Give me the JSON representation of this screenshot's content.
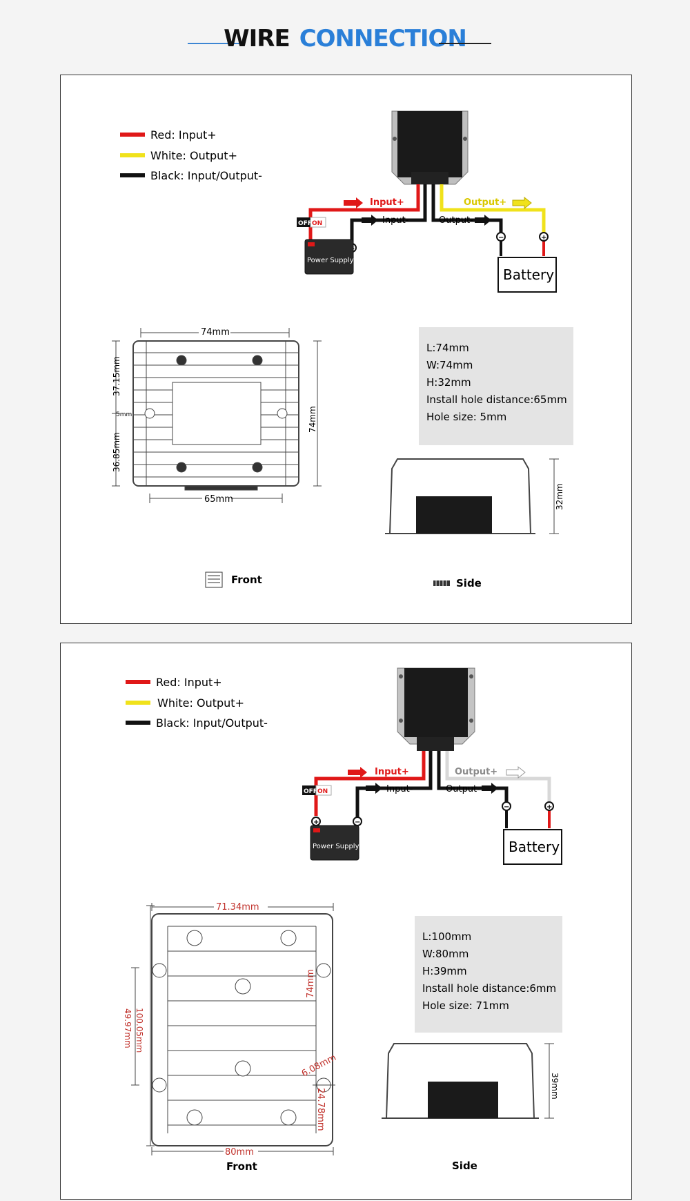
{
  "header": {
    "title_word1": "WIRE",
    "title_word2": "CONNECTION"
  },
  "colors": {
    "red": "#e01818",
    "yellow": "#f0e21b",
    "black": "#111111",
    "white_wire": "#d8d8d8",
    "accent": "#2a7fd8",
    "dim_red": "#c0302a"
  },
  "panel1": {
    "legend": [
      "Red: Input+",
      "White: Output+",
      "Black: Input/Output-"
    ],
    "wiring": {
      "input_plus": "Input+",
      "output_plus": "Output+",
      "input_minus": "Input-",
      "output_minus": "Output-",
      "switch_off": "OFF",
      "switch_on": "ON",
      "power_supply": "Power Supply",
      "battery": "Battery",
      "plus_symbol": "+",
      "minus_symbol": "−"
    },
    "dims": {
      "top_width": "74mm",
      "upper_height": "37.15mm",
      "hole": "5mm",
      "lower_height": "36.85mm",
      "right_height": "74mm",
      "bottom_width": "65mm",
      "side_height": "32mm"
    },
    "specs": [
      "L:74mm",
      "W:74mm",
      "H:32mm",
      "Install hole distance:65mm",
      "Hole size: 5mm"
    ],
    "view_labels": {
      "front": "Front",
      "side": "Side"
    }
  },
  "panel2": {
    "legend": [
      "Red: Input+",
      "White: Output+",
      "Black: Input/Output-"
    ],
    "wiring": {
      "input_plus": "Input+",
      "output_plus": "Output+",
      "input_minus": "Input-",
      "output_minus": "Output-",
      "switch_off": "OFF",
      "switch_on": "ON",
      "power_supply": "Power Supply",
      "battery": "Battery",
      "plus_symbol": "+",
      "minus_symbol": "−"
    },
    "dims": {
      "top_width": "71.34mm",
      "left_outer": "100.05mm",
      "left_inner": "49.97mm",
      "right_height": "74mm",
      "hole": "6.08mm",
      "right_lower": "24.78mm",
      "bottom_width": "80mm",
      "side_height": "39mm"
    },
    "specs": [
      "L:100mm",
      "W:80mm",
      "H:39mm",
      "Install hole distance:6mm",
      "Hole size: 71mm"
    ],
    "view_labels": {
      "front": "Front",
      "side": "Side"
    }
  }
}
